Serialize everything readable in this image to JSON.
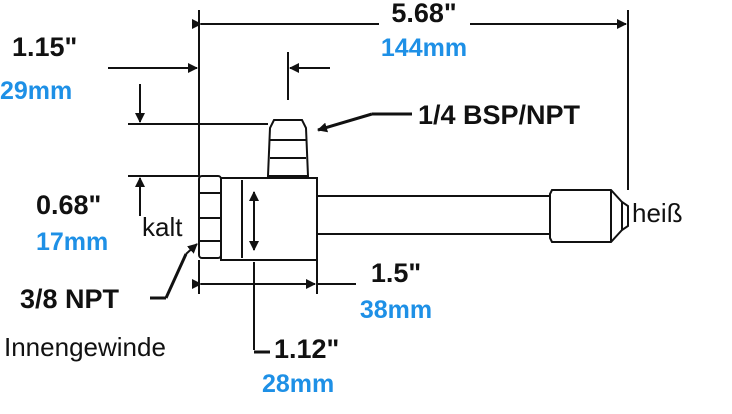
{
  "colors": {
    "line": "#111111",
    "metric": "#1e90e6",
    "background": "#ffffff"
  },
  "dimensions": {
    "overall_length": {
      "inch": "5.68\"",
      "mm": "144mm"
    },
    "hex_to_outlet": {
      "inch": "1.15\"",
      "mm": "29mm"
    },
    "inlet_offset": {
      "inch": "0.68\"",
      "mm": "17mm"
    },
    "tube_length": {
      "inch": "1.5\"",
      "mm": "38mm"
    },
    "body_width": {
      "inch": "1.12\"",
      "mm": "28mm"
    }
  },
  "labels": {
    "outlet_thread": "1/4 BSP/NPT",
    "inlet_thread": "3/8 NPT",
    "inlet_thread_type": "Innengewinde",
    "cold_side": "kalt",
    "hot_side": "heiß"
  }
}
